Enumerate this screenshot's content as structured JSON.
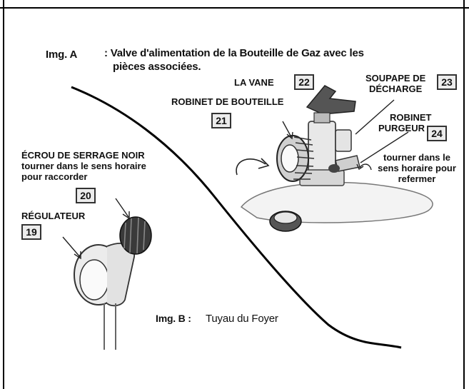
{
  "img_a": {
    "label": "Img. A",
    "caption_line1": ": Valve d'alimentation de la Bouteille de Gaz avec les",
    "caption_line2": "pièces associées."
  },
  "img_b": {
    "label": "Img. B :",
    "caption": "Tuyau du Foyer"
  },
  "parts": {
    "la_vane": {
      "label": "LA VANE",
      "number": "22"
    },
    "soupape": {
      "label_line1": "SOUPAPE DE",
      "label_line2": "DÉCHARGE",
      "number": "23"
    },
    "robinet_bouteille": {
      "label": "ROBINET DE BOUTEILLE",
      "number": "21"
    },
    "robinet_purgeur": {
      "label_line1": "ROBINET",
      "label_line2": "PURGEUR",
      "number": "24"
    },
    "ecrou": {
      "label_line1": "ÉCROU DE SERRAGE NOIR",
      "label_line2": "tourner dans le sens horaire",
      "label_line3": "pour raccorder",
      "number": "20"
    },
    "regulateur": {
      "label": "RÉGULATEUR",
      "number": "19"
    }
  },
  "instruction": {
    "line1": "tourner dans le",
    "line2": "sens horaire pour",
    "line3": "refermer"
  }
}
